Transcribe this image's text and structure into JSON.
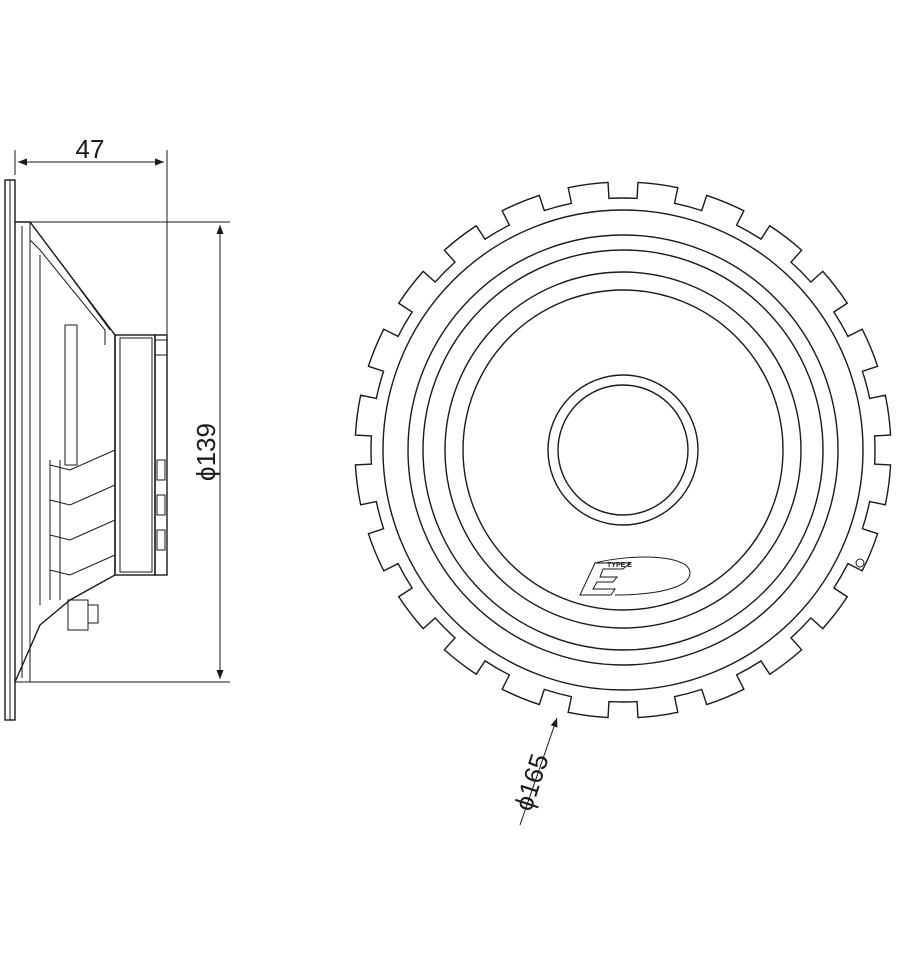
{
  "dimensions": {
    "depth": "47",
    "mount_diameter": "ϕ139",
    "outer_diameter": "ϕ165"
  },
  "logo": {
    "text": "TYPE E"
  },
  "colors": {
    "line": "#1a1a1a",
    "background": "#ffffff"
  }
}
